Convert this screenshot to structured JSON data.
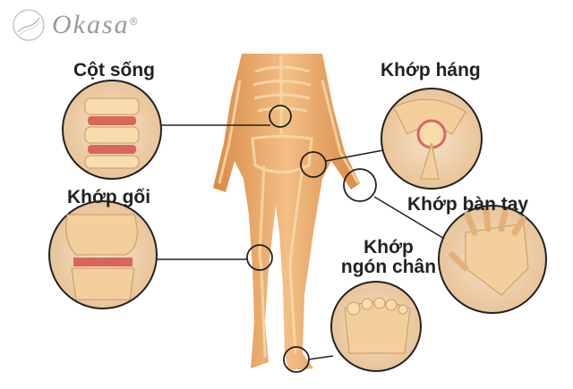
{
  "logo": {
    "text": "Okasa",
    "mark": "®"
  },
  "labels": {
    "spine": "Cột sống",
    "hip": "Khớp háng",
    "knee": "Khớp gối",
    "hand": "Khớp bàn tay",
    "toe_line1": "Khớp",
    "toe_line2": "ngón chân"
  },
  "colors": {
    "skin": "#e9a966",
    "bone": "#f7dcae",
    "inflamed": "#d9665a",
    "line": "#222222"
  }
}
